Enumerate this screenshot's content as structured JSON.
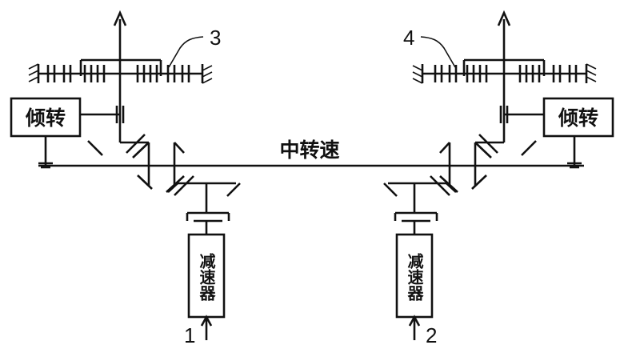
{
  "center_label": "中转速",
  "tilt_left_label": "倾转",
  "tilt_right_label": "倾转",
  "reducer_left_label": "减速器",
  "reducer_right_label": "减速器",
  "callouts": {
    "n1": "1",
    "n2": "2",
    "n3": "3",
    "n4": "4"
  }
}
